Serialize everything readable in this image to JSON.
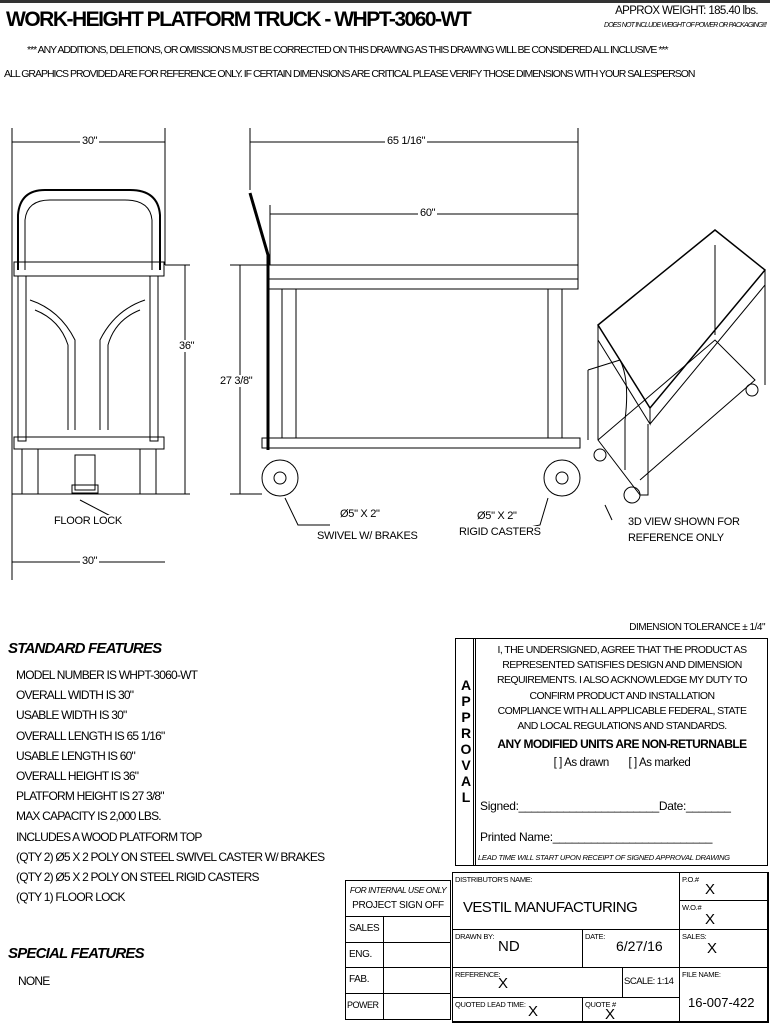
{
  "header": {
    "title": "WORK-HEIGHT PLATFORM TRUCK - WHPT-3060-WT",
    "weight": "APPROX WEIGHT: 185.40 lbs.",
    "weight_note": "DOES NOT INCLUDE WEIGHT OF POWER OR PACKAGING!!!",
    "notice1": "*** ANY ADDITIONS, DELETIONS, OR OMISSIONS MUST BE CORRECTED ON THIS DRAWING AS THIS DRAWING WILL BE CONSIDERED ALL INCLUSIVE ***",
    "notice2": "ALL GRAPHICS PROVIDED ARE FOR REFERENCE ONLY. IF CERTAIN DIMENSIONS ARE CRITICAL PLEASE VERIFY THOSE DIMENSIONS WITH YOUR SALESPERSON"
  },
  "drawing": {
    "front_width_top": "30\"",
    "front_height": "36\"",
    "front_width_bottom": "30\"",
    "floor_lock": "FLOOR LOCK",
    "overall_length": "65 1/16\"",
    "usable_length": "60\"",
    "platform_height": "27 3/8\"",
    "swivel_caster_1": "Ø5\" X 2\"",
    "swivel_caster_2": "SWIVEL W/ BRAKES",
    "rigid_caster_1": "Ø5\" X 2\"",
    "rigid_caster_2": "RIGID CASTERS",
    "view3d_1": "3D VIEW SHOWN FOR",
    "view3d_2": "REFERENCE ONLY"
  },
  "tolerance": "DIMENSION TOLERANCE ± 1/4\"",
  "standard_features": {
    "heading": "STANDARD FEATURES",
    "items": [
      "MODEL NUMBER IS WHPT-3060-WT",
      "OVERALL WIDTH IS 30\"",
      "USABLE WIDTH IS 30\"",
      "OVERALL LENGTH IS 65 1/16\"",
      "USABLE LENGTH IS 60\"",
      "OVERALL HEIGHT IS 36\"",
      "PLATFORM HEIGHT IS 27 3/8\"",
      "MAX CAPACITY IS 2,000 LBS.",
      "INCLUDES A WOOD PLATFORM TOP",
      "(QTY 2) Ø5 X 2 POLY ON STEEL SWIVEL CASTER W/ BRAKES",
      "(QTY 2) Ø5 X 2 POLY ON STEEL RIGID CASTERS",
      "(QTY 1) FLOOR LOCK"
    ]
  },
  "special_features": {
    "heading": "SPECIAL FEATURES",
    "items": [
      "NONE"
    ]
  },
  "approval": {
    "side_label": "APPROVAL",
    "text_lines": [
      "I, THE UNDERSIGNED, AGREE THAT THE PRODUCT AS",
      "REPRESENTED SATISFIES DESIGN AND DIMENSION",
      "REQUIREMENTS.  I ALSO ACKNOWLEDGE MY DUTY TO",
      "CONFIRM PRODUCT AND INSTALLATION",
      "COMPLIANCE WITH ALL APPLICABLE FEDERAL, STATE",
      "AND LOCAL REGULATIONS AND STANDARDS."
    ],
    "warning": "ANY MODIFIED UNITS ARE NON-RETURNABLE",
    "option_drawn": "[   ] As drawn",
    "option_marked": "[   ] As marked",
    "signed": "Signed:______________________Date:_______",
    "printed_name": "Printed Name:_________________________",
    "lead_time_note": "LEAD TIME WILL START UPON RECEIPT OF SIGNED APPROVAL DRAWING"
  },
  "signoff": {
    "internal": "FOR INTERNAL USE ONLY",
    "title": "PROJECT SIGN OFF",
    "rows": [
      "SALES",
      "ENG.",
      "FAB.",
      "POWER"
    ]
  },
  "title_block": {
    "distributor_label": "DISTRIBUTOR'S NAME:",
    "distributor": "VESTIL MANUFACTURING",
    "po_label": "P.O.#",
    "po": "X",
    "wo_label": "W.O.#",
    "wo": "X",
    "drawn_by_label": "DRAWN BY:",
    "drawn_by": "ND",
    "date_label": "DATE:",
    "date": "6/27/16",
    "sales_label": "SALES:",
    "sales": "X",
    "reference_label": "REFERENCE:",
    "reference": "X",
    "scale": "SCALE: 1:14",
    "file_name_label": "FILE NAME:",
    "file_name": "16-007-422",
    "lead_time_label": "QUOTED LEAD TIME:",
    "lead_time": "X",
    "quote_label": "QUOTE #",
    "quote": "X"
  }
}
